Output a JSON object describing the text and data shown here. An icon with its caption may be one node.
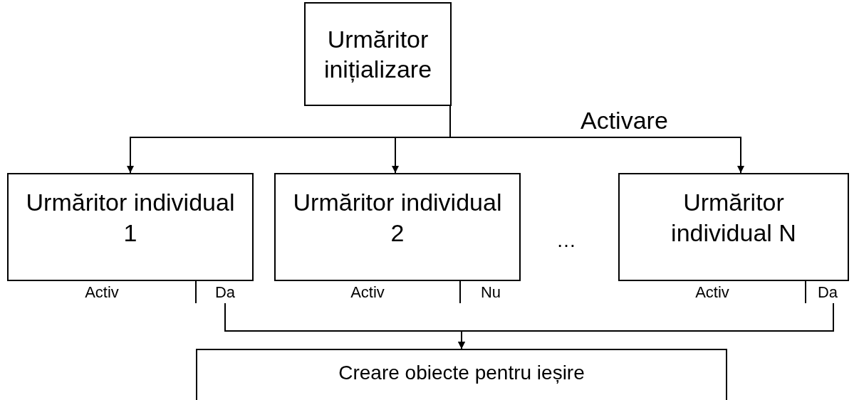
{
  "diagram": {
    "nodes": [
      {
        "text": [
          "Urmăritor inițializare"
        ]
      },
      {
        "text": [
          "Urmăritor individual 1"
        ]
      },
      {
        "text": [
          "Activ"
        ],
        "in": 1
      },
      {
        "text": [
          "Da"
        ],
        "in": 1
      },
      {
        "text": [
          "Urmăritor individual 2"
        ]
      },
      {
        "text": [
          "Activ"
        ],
        "in": 4
      },
      {
        "text": [
          "Nu"
        ],
        "in": 4
      },
      {
        "text": [
          "Urmăritor individual N"
        ]
      },
      {
        "text": [
          "Activ"
        ],
        "in": 7
      },
      {
        "text": [
          "Da"
        ],
        "in": 7
      },
      {
        "text": [
          "Creare obiecte pentru ieșire"
        ]
      }
    ],
    "edges": [
      {
        "from": 0,
        "to": 1,
        "arrow": "to"
      },
      {
        "from": 0,
        "to": 4,
        "arrow": "to"
      },
      {
        "from": 0,
        "to": 7,
        "arrow": "to",
        "label": "Activare"
      },
      {
        "from": 3,
        "to": 10,
        "arrow": "to"
      },
      {
        "from": 9,
        "to": 10,
        "arrow": "to"
      }
    ],
    "labels": [
      "…"
    ]
  }
}
